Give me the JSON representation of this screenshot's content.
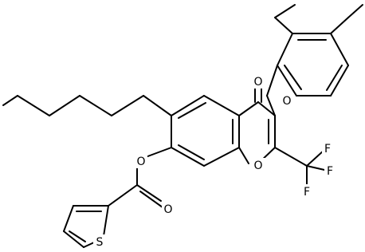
{
  "molecule": {
    "atoms": {
      "O_ketone": "O",
      "O_ether": "O",
      "O_ring": "O",
      "O_ester": "O",
      "O_carbonyl": "O",
      "S_thiophene": "S",
      "F1": "F",
      "F2": "F",
      "F3": "F"
    }
  }
}
